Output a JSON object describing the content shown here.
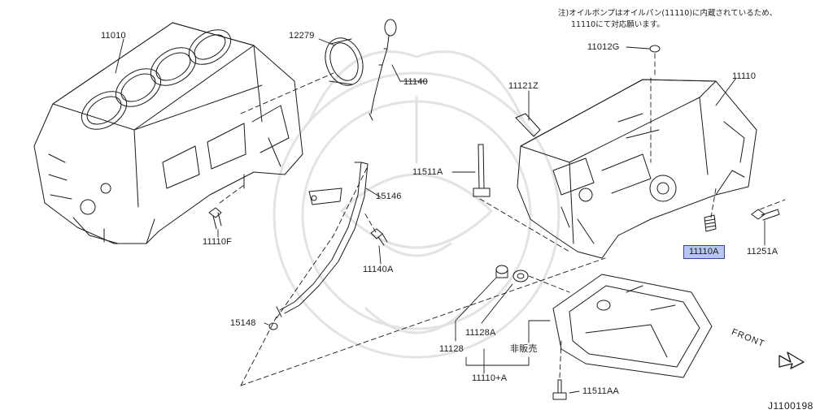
{
  "note": {
    "line1": "注)オイルポンプはオイルパン(11110)に内蔵されているため、",
    "line2": "11110にて対応願います。"
  },
  "front": "FRONT",
  "diagram_id": "J1100198",
  "parts": {
    "p11010": "11010",
    "p12279": "12279",
    "p11140": "11140",
    "p11012G": "11012G",
    "p11110": "11110",
    "p11121Z": "11121Z",
    "p11511A": "11511A",
    "p15146": "15146",
    "p11110F": "11110F",
    "p11140A": "11140A",
    "p11110A": "11110A",
    "p11251A": "11251A",
    "p15148": "15148",
    "p11128A": "11128A",
    "p11128": "11128",
    "p_nonsale": "非販売",
    "p11110plusA": "11110+A",
    "p11511AA": "11511AA"
  },
  "colors": {
    "line": "#1a1a1a",
    "highlight_fill": "#b6c6ef",
    "highlight_border": "#2f46a8",
    "watermark": "#e6e6e6"
  },
  "icons": [
    "front-arrow-icon",
    "watermark-crest-icon"
  ]
}
